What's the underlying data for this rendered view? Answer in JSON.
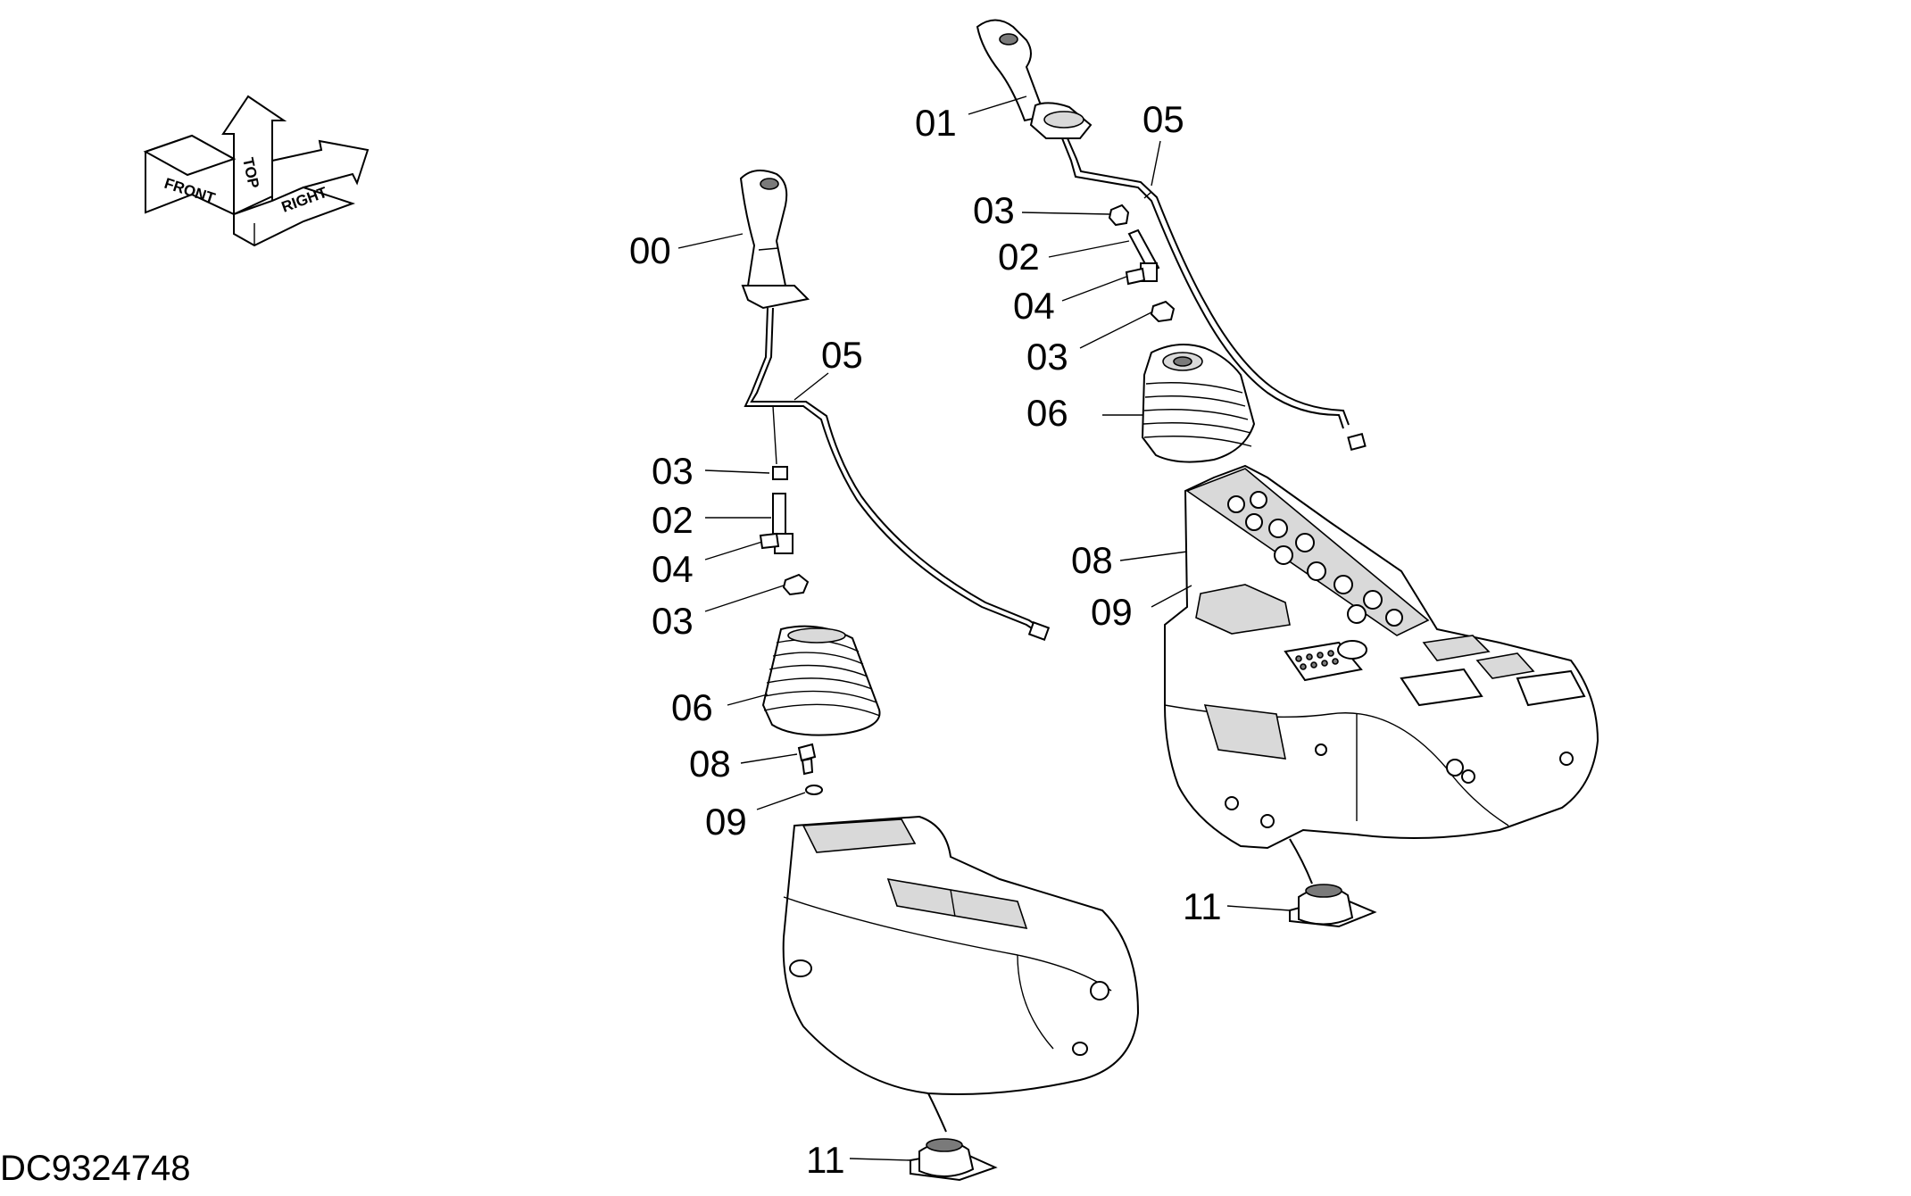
{
  "document_id": "DC9324748",
  "orientation_labels": {
    "top": "TOP",
    "front": "FRONT",
    "right": "RIGHT"
  },
  "callouts": {
    "left_assembly": {
      "lever": "00",
      "harness": "05",
      "nut_upper": "03",
      "rod": "02",
      "bolt_small": "04",
      "nut_lower": "03",
      "boot": "06",
      "screw": "08",
      "washer": "09",
      "mount": "11"
    },
    "right_assembly": {
      "lever": "01",
      "harness": "05",
      "nut_upper": "03",
      "rod": "02",
      "bolt_small": "04",
      "nut_lower": "03",
      "boot": "06",
      "screw": "08",
      "washer": "09",
      "mount": "11"
    }
  }
}
